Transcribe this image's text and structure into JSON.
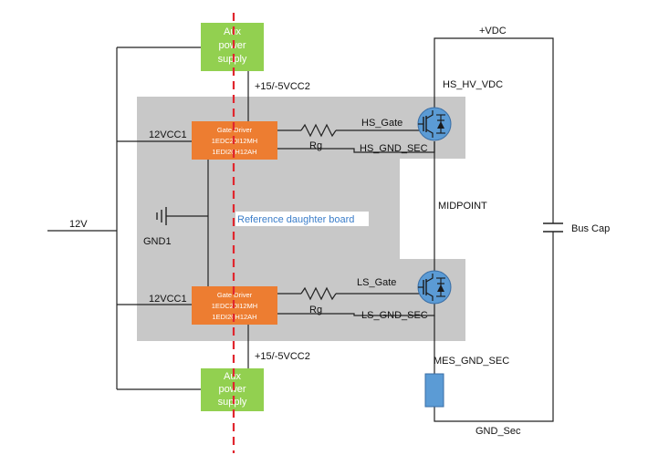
{
  "colors": {
    "daughter_board": "#c8c8c8",
    "aux_supply": "#92d050",
    "gate_driver": "#ed7d31",
    "igbt": "#5b9bd5",
    "shunt": "#5b9bd5",
    "reference_line": "#e0262e"
  },
  "aux_supply_top": {
    "line1": "Aux",
    "line2": "power",
    "line3": "supply"
  },
  "aux_supply_bottom": {
    "line1": "Aux",
    "line2": "power",
    "line3": "supply"
  },
  "gate_driver_top": {
    "line1": "Gate Driver",
    "line2": "1EDC20I12MH",
    "line3": "1EDI20H12AH"
  },
  "gate_driver_bottom": {
    "line1": "Gate Driver",
    "line2": "1EDC20I12MH",
    "line3": "1EDI20H12AH"
  },
  "labels": {
    "vcc_top": "+15/-5VCC2",
    "vcc_bottom": "+15/-5VCC2",
    "vdc": "+VDC",
    "hs_hv_vdc": "HS_HV_VDC",
    "hs_gate": "HS_Gate",
    "hs_gnd_sec": "HS_GND_SEC",
    "rg_top": "Rg",
    "rg_bottom": "Rg",
    "vcc1_top": "12VCC1",
    "vcc1_bottom": "12VCC1",
    "v12": "12V",
    "gnd1": "GND1",
    "reference_board": "Reference daughter board",
    "midpoint": "MIDPOINT",
    "bus_cap": "Bus Cap",
    "ls_gate": "LS_Gate",
    "ls_gnd_sec": "LS_GND_SEC",
    "mes_gnd_sec": "MES_GND_SEC",
    "gnd_sec": "GND_Sec"
  }
}
